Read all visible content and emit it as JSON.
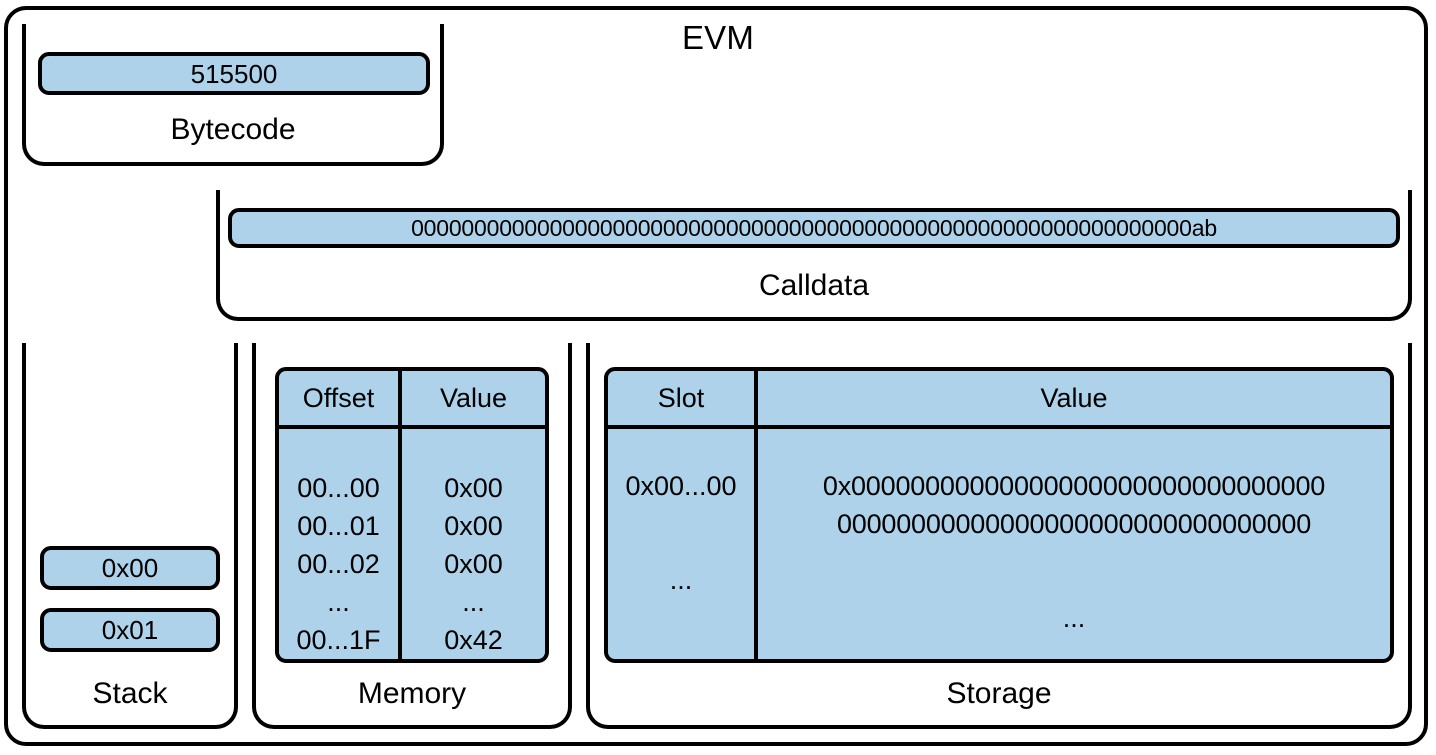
{
  "diagram": {
    "title": "EVM"
  },
  "bytecode": {
    "label": "Bytecode",
    "value": "515500"
  },
  "calldata": {
    "label": "Calldata",
    "value": "00000000000000000000000000000000000000000000000000000000000000ab"
  },
  "stack": {
    "label": "Stack",
    "items": [
      {
        "value": "0x00"
      },
      {
        "value": "0x01"
      }
    ]
  },
  "memory": {
    "label": "Memory",
    "columns": [
      "Offset",
      "Value"
    ],
    "rows": [
      {
        "offset": "00...00",
        "value": "0x00"
      },
      {
        "offset": "00...01",
        "value": "0x00"
      },
      {
        "offset": "00...02",
        "value": "0x00"
      },
      {
        "offset": "...",
        "value": "..."
      },
      {
        "offset": "00...1F",
        "value": "0x42"
      }
    ]
  },
  "storage": {
    "label": "Storage",
    "columns": [
      "Slot",
      "Value"
    ],
    "rows": [
      {
        "slot": "0x00...00",
        "value_line1": "0x00000000000000000000000000000000",
        "value_line2": "00000000000000000000000000000000"
      },
      {
        "slot": "...",
        "value_line1": "...",
        "value_line2": ""
      }
    ]
  },
  "colors": {
    "cell_fill": "#aed2ea",
    "stroke": "#000000",
    "background": "#ffffff"
  }
}
